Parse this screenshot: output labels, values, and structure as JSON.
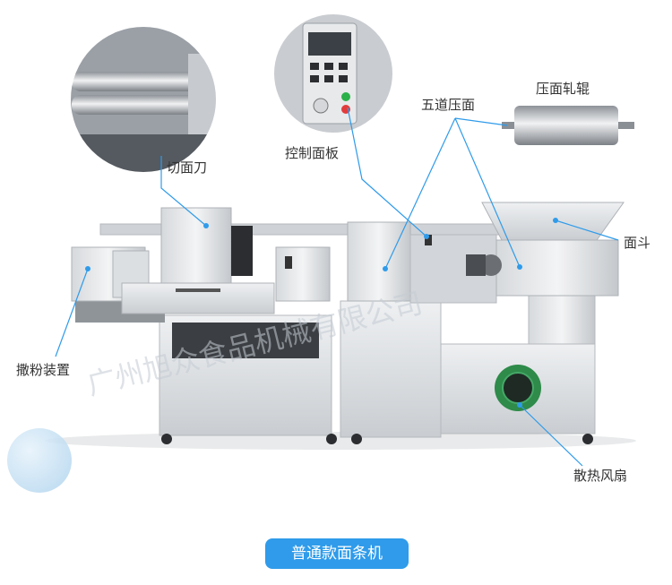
{
  "labels": {
    "cutter": "切面刀",
    "control_panel": "控制面板",
    "press_rollers_five": "五道压面",
    "press_roller": "压面轧辊",
    "hopper": "面斗",
    "flour_duster": "撒粉装置",
    "cooling_fan": "散热风扇"
  },
  "caption": "普通款面条机",
  "watermark": "广州旭众食品机械有限公司",
  "colors": {
    "accent": "#2f9bea",
    "callout_line": "#2f9bea",
    "steel": "#d9dcdf",
    "fan": "#2e8b4a"
  }
}
